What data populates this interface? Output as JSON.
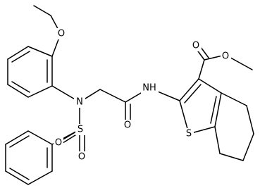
{
  "atoms": {
    "o_ethoxy": "O",
    "n_sulfonamide": "N",
    "s_sulfonyl": "S",
    "o_sulfonyl_left": "O",
    "o_sulfonyl_right": "O",
    "o_amide": "O",
    "nh_amide": "NH",
    "o_ester_carbonyl": "O",
    "o_ester_methoxy": "O",
    "s_thiophene": "S"
  }
}
